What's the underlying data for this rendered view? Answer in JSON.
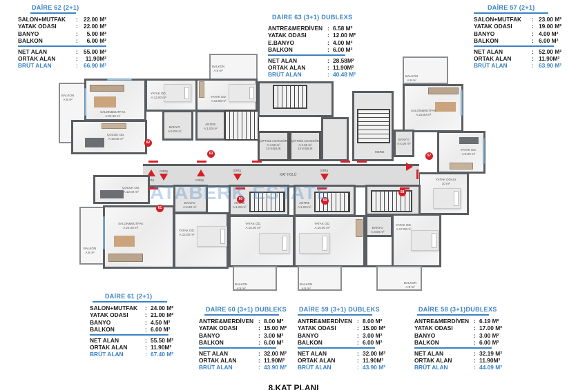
{
  "units": {
    "d62": {
      "title": "DAİRE 62  (2+1)",
      "rows": [
        {
          "label": "SALON+MUTFAK",
          "value": "22.00 M²"
        },
        {
          "label": "YATAK ODASI",
          "value": "22.00 M²"
        },
        {
          "label": "BANYO",
          "value": "5.00 M²"
        },
        {
          "label": "BALKON",
          "value": "6.00 M²"
        }
      ],
      "net": {
        "label": "NET ALAN",
        "value": "55.00 M²"
      },
      "ortak": {
        "label": "ORTAK ALAN",
        "value": "11.90M²"
      },
      "brut": {
        "label": "BRÜT ALAN",
        "value": "66.90 M²"
      }
    },
    "d63": {
      "title": "DAİRE 63  (3+1) DUBLEXS",
      "rows": [
        {
          "label": "ANTRE&MERDİVEN",
          "value": "6.58 M²"
        },
        {
          "label": "YATAK ODASI",
          "value": "12.00 M²"
        },
        {
          "label": "E.BANYO",
          "value": "4.00 M²"
        },
        {
          "label": "BALKON",
          "value": "6.00 M²"
        }
      ],
      "net": {
        "label": "NET ALAN",
        "value": "28.58M²"
      },
      "ortak": {
        "label": "ORTAK ALAN",
        "value": "11.90M²"
      },
      "brut": {
        "label": "BRÜT ALAN",
        "value": "40.48 M²"
      }
    },
    "d57": {
      "title": "DAİRE 57  (2+1)",
      "rows": [
        {
          "label": "SALON+MUTFAK",
          "value": "23.00 M²"
        },
        {
          "label": "YATAK ODASI",
          "value": "19.00 M²"
        },
        {
          "label": "BANYO",
          "value": "4.00 M²"
        },
        {
          "label": "BALKON",
          "value": "6.00 M²"
        }
      ],
      "net": {
        "label": "NET ALAN",
        "value": "52.00 M²"
      },
      "ortak": {
        "label": "ORTAK ALAN",
        "value": "11.90M²"
      },
      "brut": {
        "label": "BRÜT ALAN",
        "value": "63.90 M²"
      }
    },
    "d61": {
      "title": "DAİRE 61 (2+1)",
      "rows": [
        {
          "label": "SALON+MUTFAK",
          "value": "24.00 M²"
        },
        {
          "label": "YATAK ODASI",
          "value": "21.00 M²"
        },
        {
          "label": "BANYO",
          "value": "4.50 M²"
        },
        {
          "label": "BALKON",
          "value": "6.00 M²"
        }
      ],
      "net": {
        "label": "NET ALAN",
        "value": "55.50 M²"
      },
      "ortak": {
        "label": "ORTAK ALAN",
        "value": "11.90M²"
      },
      "brut": {
        "label": "BRÜT ALAN",
        "value": "67.40 M²"
      }
    },
    "d60": {
      "title": "DAİRE 60 (3+1) DUBLEKS",
      "rows": [
        {
          "label": "ANTRE&MERDİVEN",
          "value": "8.00 M²"
        },
        {
          "label": "YATAK ODASI",
          "value": "15.00 M²"
        },
        {
          "label": "BANYO",
          "value": "3.00 M²"
        },
        {
          "label": "BALKON",
          "value": "6.00 M²"
        }
      ],
      "net": {
        "label": "NET ALAN",
        "value": "32.00 M²"
      },
      "ortak": {
        "label": "ORTAK ALAN",
        "value": "11.90M²"
      },
      "brut": {
        "label": "BRÜT ALAN",
        "value": "43.90 M²"
      }
    },
    "d59": {
      "title": "DAİRE 59  (3+1) DUBLEKS",
      "rows": [
        {
          "label": "ANTRE&MERDİVEN",
          "value": "8.00 M²"
        },
        {
          "label": "YATAK ODASI",
          "value": "15.00 M²"
        },
        {
          "label": "BANYO",
          "value": "3.00 M²"
        },
        {
          "label": "BALKON",
          "value": "6.00 M²"
        }
      ],
      "net": {
        "label": "NET ALAN",
        "value": "32.00 M²"
      },
      "ortak": {
        "label": "ORTAK ALAN",
        "value": "11.90M²"
      },
      "brut": {
        "label": "BRÜT ALAN",
        "value": "43.90 M²"
      }
    },
    "d58": {
      "title": "DAİRE 58 (3+1)DUBLEXS",
      "rows": [
        {
          "label": "ANTRE&MERDİVEN",
          "value": "6.19 M²"
        },
        {
          "label": "YATAK ODASI",
          "value": "17.00 M²"
        },
        {
          "label": "BANYO",
          "value": "3.00 M²"
        },
        {
          "label": "BALKON",
          "value": "6.00 M²"
        }
      ],
      "net": {
        "label": "NET ALAN",
        "value": "32.19 M²"
      },
      "ortak": {
        "label": "ORTAK ALAN",
        "value": "11.90M²"
      },
      "brut": {
        "label": "BRÜT ALAN",
        "value": "44.09 M²"
      }
    }
  },
  "plan": {
    "title": "8.KAT PLANI",
    "watermark": "ATABERK ESTATE",
    "hall_label": "KAT HOLÜ",
    "entrance_label": "GİRİŞ",
    "colon": ":",
    "badges": {
      "b57": "57",
      "b58": "58",
      "b59": "59",
      "b60": "60",
      "b61": "61",
      "b62": "62",
      "b63": "63"
    },
    "rooms": {
      "balkon": "BALKON\nA:6 m²",
      "salon62": "SALON&MUTFAK\nA:22.00 m²",
      "cocuk_a": "ÇOCUK OD.\nA:10.00 m²",
      "cocuk_b": "ÇOCUK OD.\nA:12.00 m²",
      "yatak62": "YATAK OD.\nA:12.00 m²",
      "yatak63": "YATAK OD.\nA:12.00 m²",
      "banyo62": "BANYO\nA:5.00 m²",
      "antre63": "ANTRE\nA:1.00 m²",
      "ymerd": "Y.MERD.",
      "elev1": "ÇİFTSİZ ASANSÖR\nA:4.50 m²\n10 KİŞİLİK",
      "elev2": "ÇİFTSİZ ASANSÖR\nA:4.50 m²\n10 KİŞİLİK",
      "merd": "MERD.",
      "salon57": "SALON&MUTFAK\nA:23.00 m²",
      "banyo57": "BANYO\nA:4.00 m²",
      "yatak57": "YATAK OD.\nA:9.00 m²",
      "yatak57b": "YATAK ODASI\n10 m²",
      "salon61": "SALON&MUTFAK\nA:24.00 m²",
      "banyo61": "BANYO\nA:4.50 m²",
      "yatak61": "YATAK OD.\nA:12.00 m²",
      "antre60": "ANTRE\nA:1.00 m²",
      "yatak60": "YATAK OD.\nA:15.00 m²",
      "yatak59": "YATAK OD.\nA:15.00 m²",
      "banyo59": "BANYO\nA:3.00 m²",
      "antre59": "ANTRE\nA:1.00 m²",
      "yatak58": "YATAK OD.\nA:17.00 m²"
    }
  }
}
